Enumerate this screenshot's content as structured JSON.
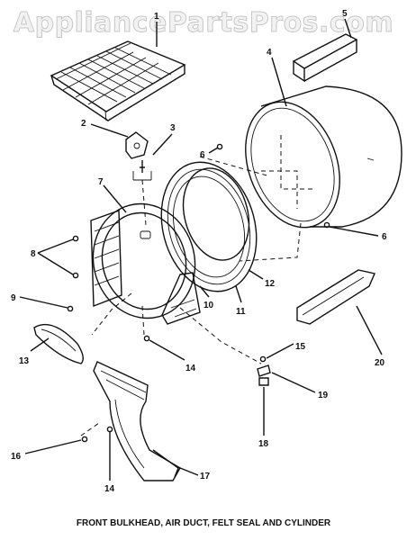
{
  "watermark": "AppliancePartsPros.com",
  "caption": "FRONT BULKHEAD, AIR DUCT, FELT SEAL AND CYLINDER",
  "callouts": [
    "1",
    "2",
    "3",
    "4",
    "5",
    "6",
    "6",
    "7",
    "8",
    "9",
    "10",
    "11",
    "12",
    "13",
    "14",
    "14",
    "15",
    "16",
    "17",
    "18",
    "19",
    "20"
  ]
}
